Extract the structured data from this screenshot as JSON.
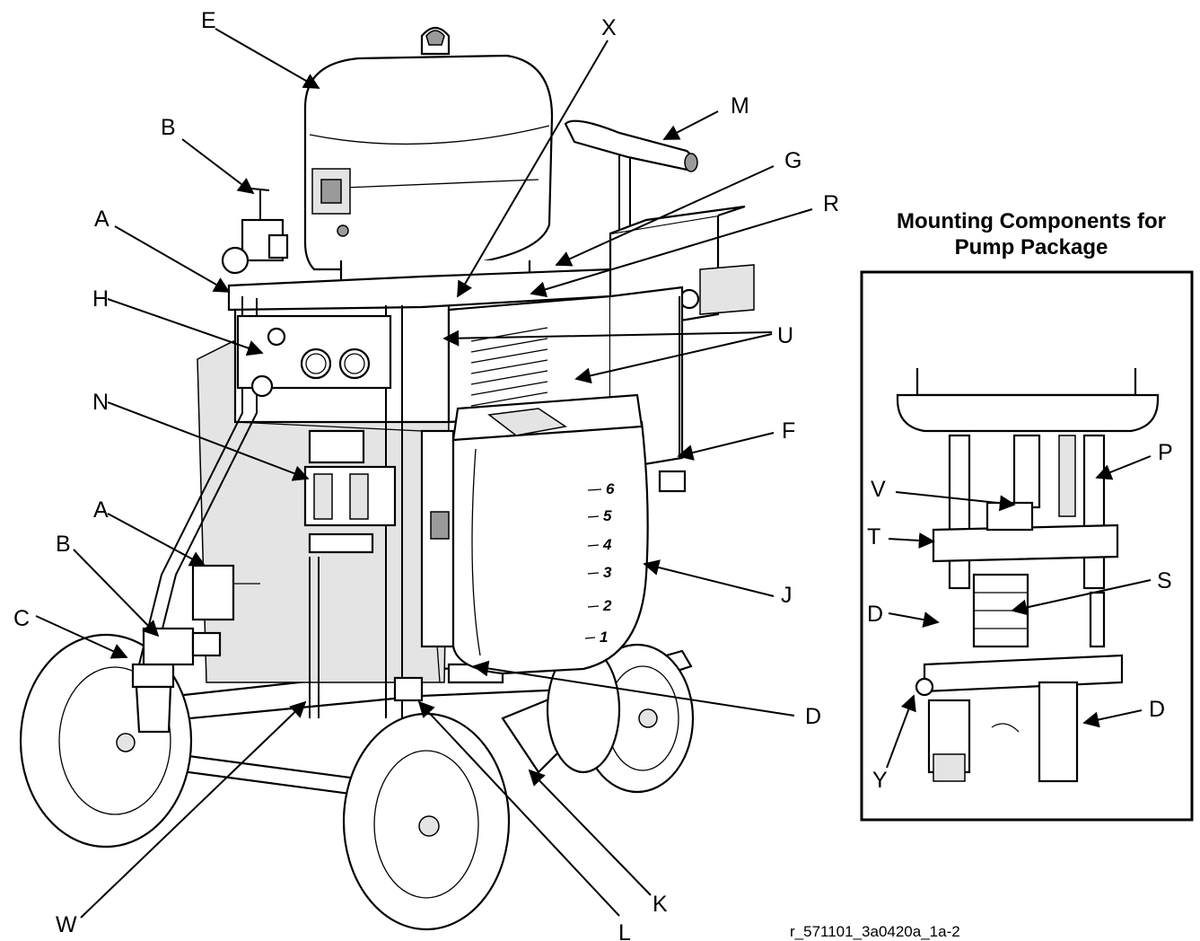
{
  "main_labels": {
    "E": "E",
    "X": "X",
    "M": "M",
    "B_top": "B",
    "G": "G",
    "R": "R",
    "A_top": "A",
    "H": "H",
    "U": "U",
    "N": "N",
    "F": "F",
    "A_mid": "A",
    "B_mid": "B",
    "C": "C",
    "J": "J",
    "D_main": "D",
    "W": "W",
    "L": "L",
    "K": "K"
  },
  "inset": {
    "title_line1": "Mounting Components for",
    "title_line2": "Pump Package",
    "labels": {
      "P": "P",
      "V": "V",
      "T": "T",
      "S": "S",
      "D_upper": "D",
      "D_lower": "D",
      "Y": "Y"
    }
  },
  "hopper_scale": [
    "6",
    "5",
    "4",
    "3",
    "2",
    "1"
  ],
  "figure_id": "r_571101_3a0420a_1a-2"
}
